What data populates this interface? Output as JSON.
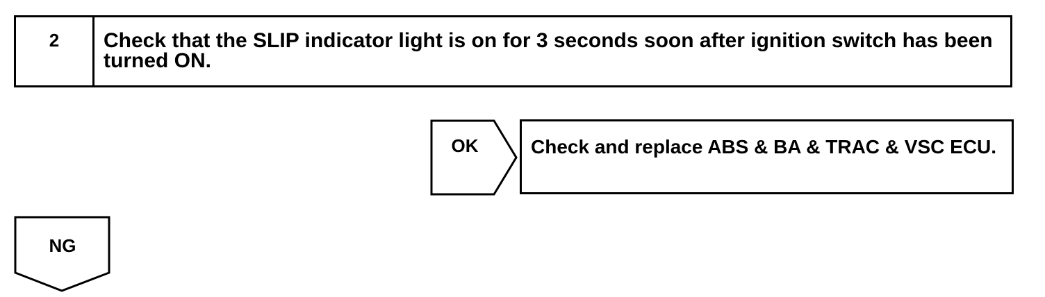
{
  "step": {
    "number": "2",
    "text": "Check that the SLIP indicator light is on for 3 seconds soon after ignition switch has been turned ON."
  },
  "ok_branch": {
    "label": "OK",
    "result": "Check and replace ABS & BA & TRAC & VSC ECU."
  },
  "ng_branch": {
    "label": "NG"
  },
  "colors": {
    "line": "#000000",
    "background": "#ffffff"
  }
}
